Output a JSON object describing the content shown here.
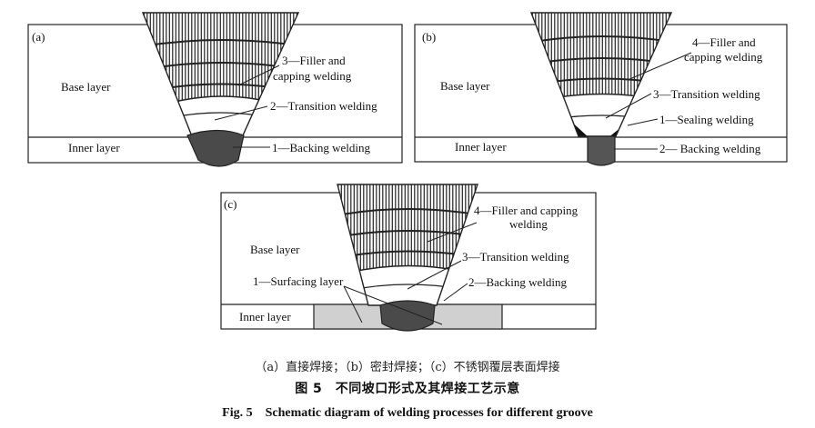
{
  "panel_a": {
    "tag": "(a)",
    "base": "Base layer",
    "inner": "Inner layer",
    "filler_l1": "3—Filler and",
    "filler_l2": "capping welding",
    "transition": "2—Transition welding",
    "backing": "1—Backing welding"
  },
  "panel_b": {
    "tag": "(b)",
    "base": "Base layer",
    "inner": "Inner layer",
    "filler_l1": "4—Filler and",
    "filler_l2": "capping welding",
    "transition": "3—Transition welding",
    "sealing": "1—Sealing welding",
    "backing": "2— Backing welding"
  },
  "panel_c": {
    "tag": "(c)",
    "base": "Base layer",
    "inner": "Inner layer",
    "filler_l1": "4—Filler and capping",
    "filler_l2": "welding",
    "transition": "3—Transition welding",
    "surfacing": "1—Surfacing layer",
    "backing": "2—Backing welding"
  },
  "captions": {
    "sub": "（a）直接焊接；（b）密封焊接；（c）不锈钢覆层表面焊接",
    "cn": "图 5　不同坡口形式及其焊接工艺示意",
    "en": "Fig. 5　Schematic diagram of welding processes for different groove"
  }
}
